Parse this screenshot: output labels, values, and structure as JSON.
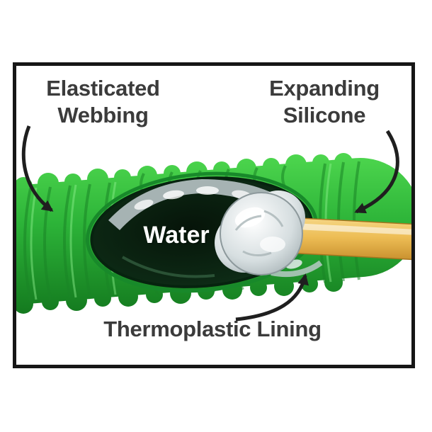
{
  "diagram": {
    "title": "Expanding hose cutaway diagram",
    "labels": {
      "elasticated_webbing": {
        "line1": "Elasticated",
        "line2": "Webbing"
      },
      "expanding_silicone": {
        "line1": "Expanding",
        "line2": "Silicone"
      },
      "water": "Water",
      "thermoplastic_lining": "Thermoplastic Lining"
    },
    "colors": {
      "hose_green": "#2cb338",
      "hose_green_light": "#4fd84f",
      "hose_green_dark": "#147a1f",
      "interior_dark": "#0a1f10",
      "silicone_silver": "#d6dee0",
      "tube_yellow": "#edbd55",
      "label_text": "#3b3b3b",
      "water_text": "#ffffff",
      "frame_border": "#161616",
      "arrow": "#1f1f1f"
    }
  }
}
